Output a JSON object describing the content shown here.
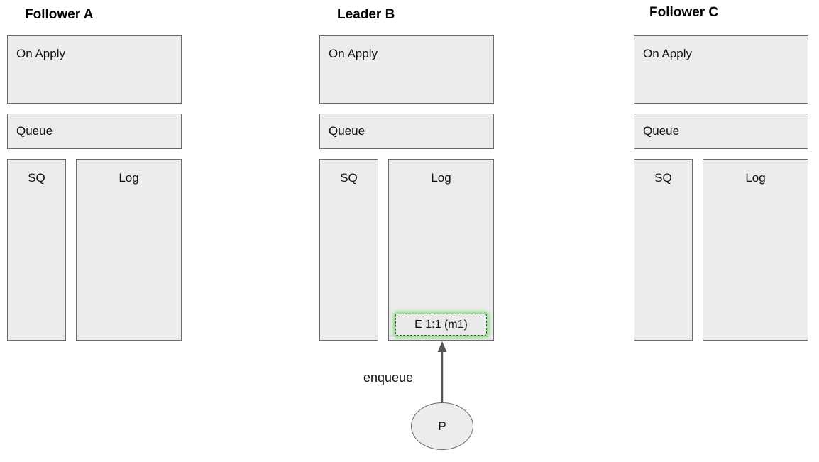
{
  "diagram": {
    "columns": [
      {
        "title": "Follower A",
        "on_apply_label": "On Apply",
        "queue_label": "Queue",
        "sq_label": "SQ",
        "log_label": "Log"
      },
      {
        "title": "Leader B",
        "on_apply_label": "On Apply",
        "queue_label": "Queue",
        "sq_label": "SQ",
        "log_label": "Log",
        "log_entry": "E 1:1 (m1)"
      },
      {
        "title": "Follower C",
        "on_apply_label": "On Apply",
        "queue_label": "Queue",
        "sq_label": "SQ",
        "log_label": "Log"
      }
    ],
    "producer": {
      "label": "P"
    },
    "arrow_label": "enqueue",
    "colors": {
      "box_fill": "#ececec",
      "box_border": "#6b6b6b",
      "entry_fill": "#e9e9e9",
      "entry_border": "#4a4a4a",
      "entry_glow": "#78dc6e",
      "arrow": "#555555",
      "text": "#000000",
      "background": "#ffffff"
    }
  }
}
